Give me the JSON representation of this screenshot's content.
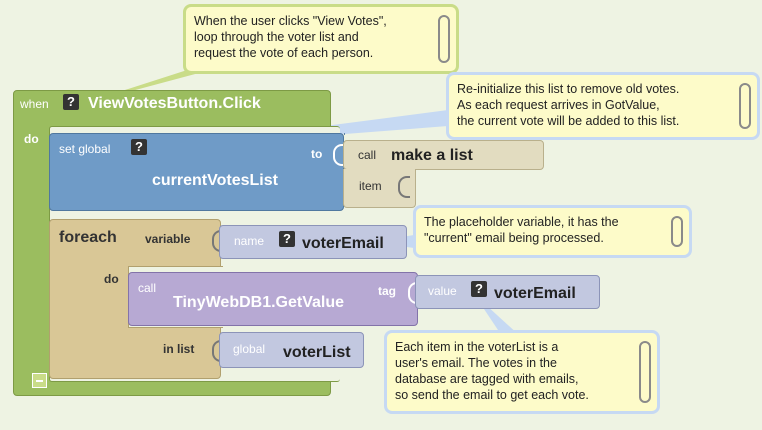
{
  "when_block": {
    "when_label": "when",
    "event_name": "ViewVotesButton.Click",
    "do_label": "do"
  },
  "set_block": {
    "set_label": "set global",
    "var_name": "currentVotesList",
    "to_label": "to"
  },
  "make_list_block": {
    "call_label": "call",
    "name": "make a list",
    "item_label": "item"
  },
  "foreach_block": {
    "foreach_label": "foreach",
    "variable_label": "variable",
    "do_label": "do",
    "in_list_label": "in list"
  },
  "name_block": {
    "label": "name",
    "value": "voterEmail"
  },
  "getvalue_block": {
    "call_label": "call",
    "name": "TinyWebDB1.GetValue",
    "tag_label": "tag"
  },
  "value_block": {
    "label": "value",
    "value": "voterEmail"
  },
  "global_block": {
    "label": "global",
    "value": "voterList"
  },
  "question_mark": "?",
  "comments": {
    "top": [
      "When the user clicks \"View Votes\",",
      "loop through the voter list and",
      "request the vote of each person."
    ],
    "reinit": [
      "Re-initialize this list to remove old votes.",
      "As each request arrives in GotValue,",
      "the current vote will be added to this list."
    ],
    "placeholder": [
      "The placeholder variable, it has the",
      "\"current\" email being processed."
    ],
    "each_item": [
      "Each item in the voterList is a",
      "user's email. The votes in the",
      "database are tagged with emails,",
      "so send the email to get each vote."
    ]
  },
  "colors": {
    "background": "#eef3e3",
    "event_green": "#9bbd5f",
    "set_blue": "#6f9bc7",
    "call_beige": "#e2dcc0",
    "foreach_tan": "#d9c796",
    "name_lavender": "#c2c8e0",
    "procedure_purple": "#b7a9d3",
    "comment_yellow": "#fdfbc9"
  }
}
